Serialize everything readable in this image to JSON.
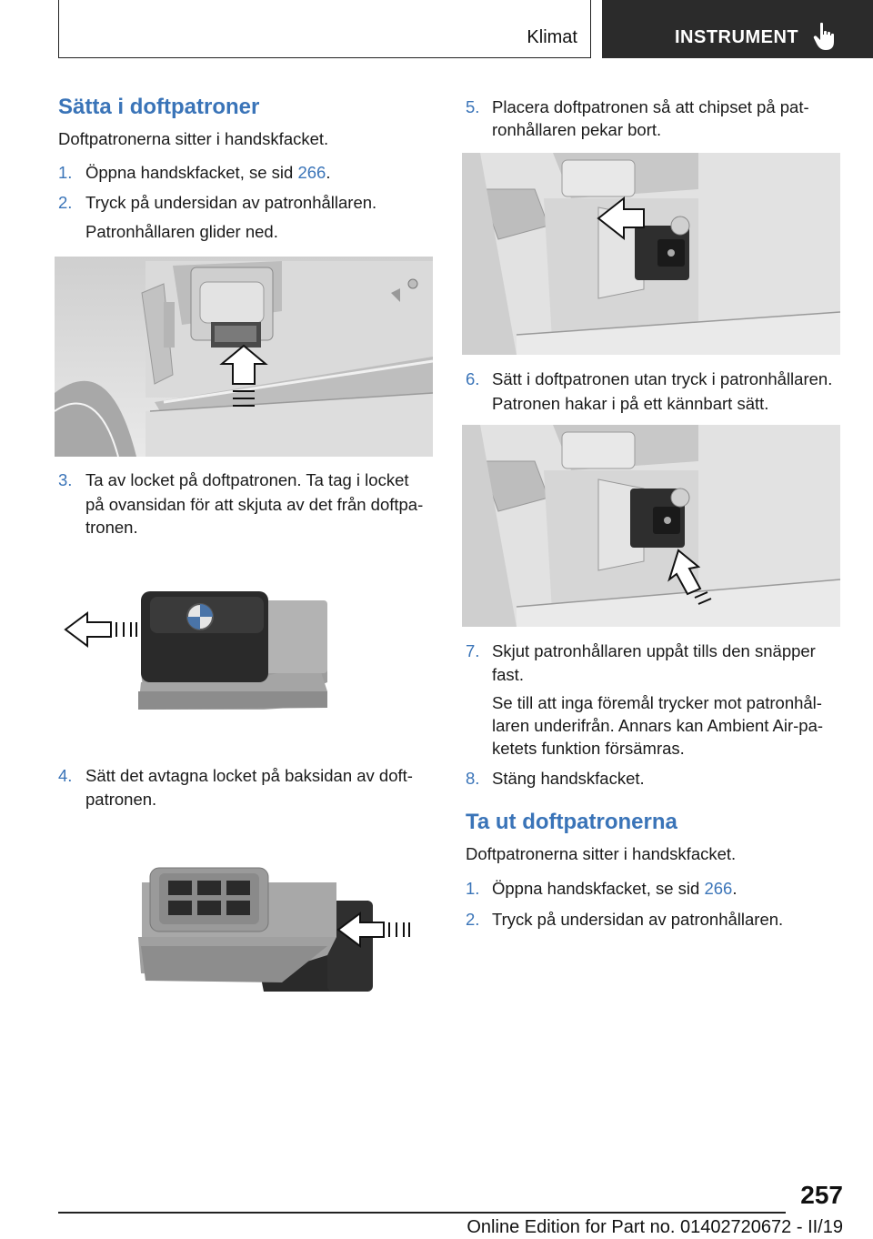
{
  "header": {
    "section": "Klimat",
    "chapter": "INSTRUMENT",
    "chapter_icon": "hand-pointer-icon"
  },
  "left": {
    "heading": "Sätta i doftpatroner",
    "intro": "Doftpatronerna sitter i handskfacket.",
    "steps": [
      {
        "num": "1.",
        "pre": "Öppna handskfacket, se sid ",
        "link": "266",
        "post": "."
      },
      {
        "num": "2.",
        "text": "Tryck på undersidan av patronhållaren.",
        "sub": "Patronhållaren glider ned."
      },
      {
        "num": "3.",
        "lines": [
          "Ta av locket på doftpatronen. Ta tag i locket",
          "på ovansidan för att skjuta av det från doftpa-",
          "tronen."
        ]
      },
      {
        "num": "4.",
        "lines": [
          "Sätt det avtagna locket på baksidan av doft-",
          "patronen."
        ]
      }
    ]
  },
  "right": {
    "steps": [
      {
        "num": "5.",
        "lines": [
          "Placera doftpatronen så att chipset på pat-",
          "ronhållaren pekar bort."
        ]
      },
      {
        "num": "6.",
        "lines": [
          "Sätt i doftpatronen utan tryck i patronhållaren.",
          "Patronen hakar i på ett kännbart sätt."
        ]
      },
      {
        "num": "7.",
        "lines": [
          "Skjut patronhållaren uppåt tills den snäpper",
          "fast."
        ],
        "sub": [
          "Se till att inga föremål trycker mot patronhål-",
          "laren underifrån. Annars kan Ambient Air-pa-",
          "ketets funktion försämras."
        ]
      },
      {
        "num": "8.",
        "text": "Stäng handskfacket."
      }
    ],
    "heading": "Ta ut doftpatronerna",
    "intro": "Doftpatronerna sitter i handskfacket.",
    "steps2": [
      {
        "num": "1.",
        "pre": "Öppna handskfacket, se sid ",
        "link": "266",
        "post": "."
      },
      {
        "num": "2.",
        "text": "Tryck på undersidan av patronhållaren."
      }
    ]
  },
  "footer": {
    "page_number": "257",
    "edition": "Online Edition for Part no. 01402720672 - II/19"
  }
}
